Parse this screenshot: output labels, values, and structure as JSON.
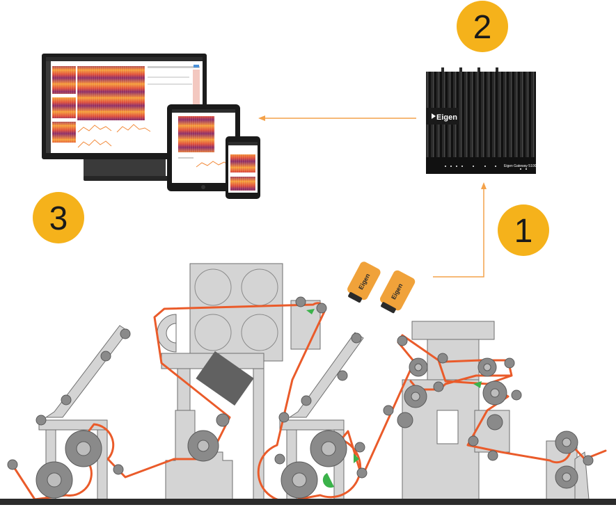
{
  "steps": [
    "1",
    "2",
    "3"
  ],
  "gateway": {
    "brand": "Eigen",
    "model": "Eigen Gateway 5100"
  },
  "cameras": [
    "Eigen",
    "Eigen"
  ],
  "colors": {
    "step_badge": "#f5b21b",
    "arrow": "#f4a24a",
    "web_path": "#ea5b2a",
    "machine": "#d4d4d4",
    "machine_stroke": "#6e6e6e",
    "roller": "#8a8a8a",
    "floor": "#2b2b2b",
    "camera": "#f0a23a",
    "guide": "#3bb24a",
    "gateway": "#1f1f1f"
  }
}
